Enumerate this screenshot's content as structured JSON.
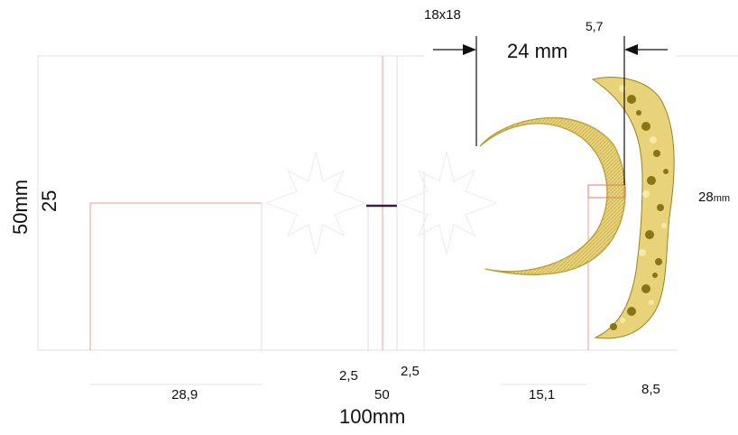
{
  "dimensions": {
    "star_size": "18x18",
    "crescent_width": "24 mm",
    "gap_width": "5,7",
    "total_height": "50mm",
    "half_height": "25",
    "right_height_value": "28",
    "right_height_unit": "mm",
    "left_section": "28,9",
    "center_left": "2,5",
    "center_right": "2,5",
    "center_value": "50",
    "crescent_section": "15,1",
    "leaves_section": "8,5",
    "total_width": "100mm"
  },
  "colors": {
    "guide_line": "#e2e2e2",
    "red_guide": "#e07a6a",
    "gold_fill": "#e8d27a",
    "gold_dark": "#9a8420",
    "gold_light": "#f6eaa8",
    "center_mark": "#3a1a4a"
  }
}
